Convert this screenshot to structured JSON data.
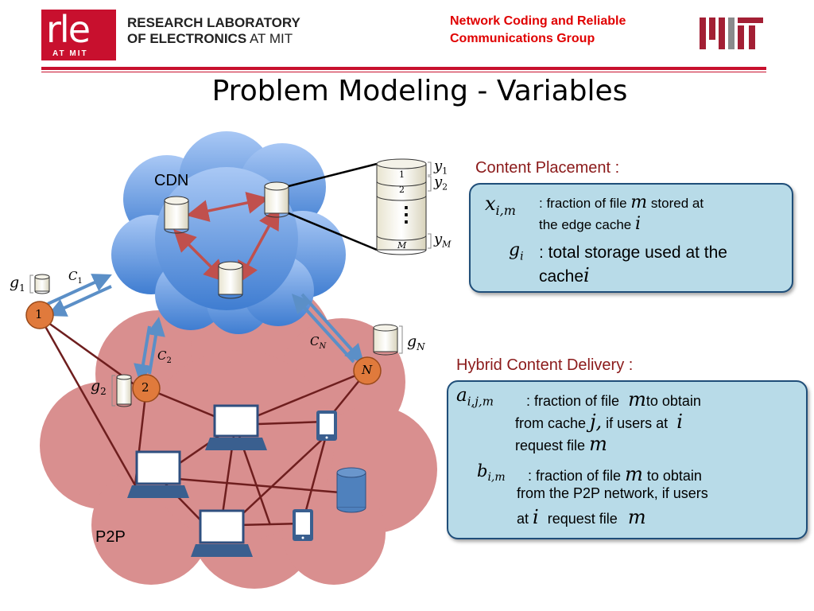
{
  "header": {
    "rle_logo": "rle",
    "rle_sub": "AT MIT",
    "lab_line1": "RESEARCH LABORATORY",
    "lab_line2_bold": "OF ELECTRONICS",
    "lab_line2_light": "AT MIT",
    "group_line1": "Network Coding and Reliable",
    "group_line2": "Communications Group"
  },
  "title": "Problem Modeling - Variables",
  "diagram": {
    "cdn_label": "CDN",
    "p2p_label": "P2P",
    "node_1": "1",
    "node_2": "2",
    "node_n": "N",
    "g1": "g",
    "g1_sub": "1",
    "g2": "g",
    "g2_sub": "2",
    "gn": "g",
    "gn_sub": "N",
    "c1": "C",
    "c1_sub": "1",
    "c2": "C",
    "c2_sub": "2",
    "cn": "C",
    "cn_sub": "N",
    "seg1": "1",
    "seg2": "2",
    "segm": "M",
    "y1": "y",
    "y1_sub": "1",
    "y2": "y",
    "y2_sub": "2",
    "ym": "y",
    "ym_sub": "M",
    "dots": "⋮"
  },
  "content_placement": {
    "heading": "Content Placement :",
    "x_sym": "x",
    "x_sub": "i,m",
    "x_desc1": ": fraction of file",
    "x_m": "m",
    "x_desc2": "stored at",
    "x_desc3": "the edge cache",
    "x_i": "i",
    "g_sym": "g",
    "g_sub": "i",
    "g_desc1": ": total storage used at the",
    "g_desc2": "cache",
    "g_i": "i"
  },
  "hybrid_delivery": {
    "heading": "Hybrid Content Delivery :",
    "a_sym": "a",
    "a_sub": "i,j,m",
    "a_desc1": ": fraction of file",
    "a_m": "m",
    "a_desc2": "to obtain",
    "a_desc3": "from cache",
    "a_j": "j,",
    "a_desc4": "if users at",
    "a_i": "i",
    "a_desc5": "request file",
    "a_m2": "m",
    "b_sym": "b",
    "b_sub": "i,m",
    "b_desc1": ": fraction of file",
    "b_m": "m",
    "b_desc2": "to obtain",
    "b_desc3": "from the P2P network, if users",
    "b_desc4": "at",
    "b_i": "i",
    "b_desc5": "request file",
    "b_m2": "m"
  },
  "colors": {
    "brand_red": "#c8102e",
    "heading_red": "#8b1a1a",
    "box_fill": "#b8dbe8",
    "box_border": "#1f4e79",
    "cloud_blue": "#6fa0e0",
    "cloud_pink": "#d98f8f",
    "node_orange": "#e07a3c",
    "arrow_blue": "#5b8fc7",
    "arrow_red": "#c0504d"
  }
}
